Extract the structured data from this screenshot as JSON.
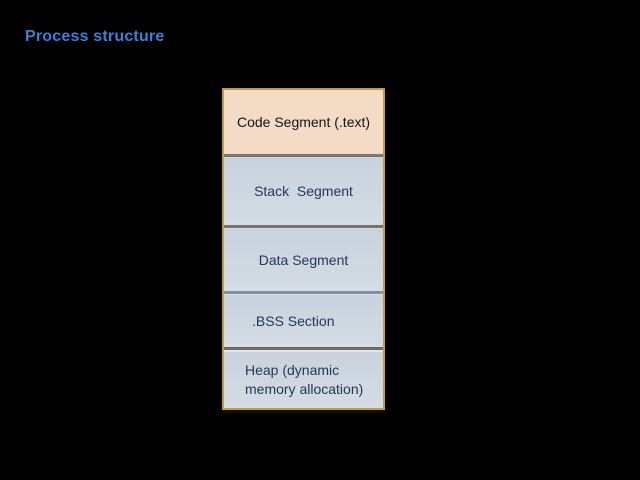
{
  "slide": {
    "title": "Process structure",
    "background_color": "#000000",
    "title_color": "#3E7EDB"
  },
  "diagram": {
    "name": "process-memory-structure",
    "border_color": "#BE9A4D",
    "code_segment_fill": "#F4DBC5",
    "segment_fill": "#CFD7E1",
    "label_color": "#20395C",
    "separator_colors": [
      "#7A7573",
      "#767270",
      "#7E92A8",
      "#6E6A68"
    ],
    "segments": [
      {
        "label": "Code Segment (.text)"
      },
      {
        "label": "Stack  Segment"
      },
      {
        "label": "Data Segment"
      },
      {
        "label": ".BSS Section"
      },
      {
        "label": "Heap (dynamic memory allocation)"
      }
    ]
  }
}
